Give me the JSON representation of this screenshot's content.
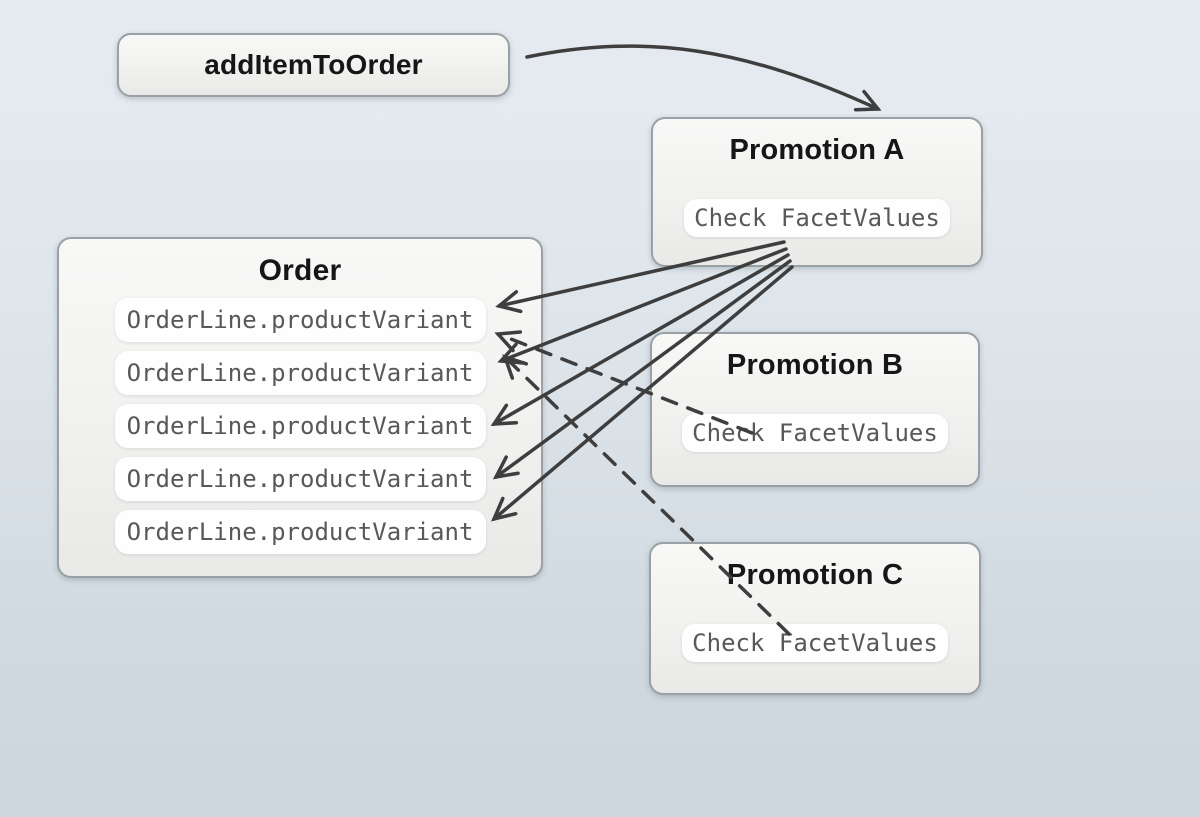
{
  "diagram": {
    "trigger": {
      "label": "addItemToOrder"
    },
    "order": {
      "title": "Order",
      "lines": [
        "OrderLine.productVariant",
        "OrderLine.productVariant",
        "OrderLine.productVariant",
        "OrderLine.productVariant",
        "OrderLine.productVariant"
      ]
    },
    "promotions": [
      {
        "title": "Promotion A",
        "condition": "Check FacetValues"
      },
      {
        "title": "Promotion B",
        "condition": "Check FacetValues"
      },
      {
        "title": "Promotion C",
        "condition": "Check FacetValues"
      }
    ],
    "edges": [
      {
        "from": "addItemToOrder",
        "to": "promotion-a",
        "style": "solid-curved"
      },
      {
        "from": "promotion-a",
        "to": "order-line-1",
        "style": "solid"
      },
      {
        "from": "promotion-a",
        "to": "order-line-2",
        "style": "solid"
      },
      {
        "from": "promotion-a",
        "to": "order-line-3",
        "style": "solid"
      },
      {
        "from": "promotion-a",
        "to": "order-line-4",
        "style": "solid"
      },
      {
        "from": "promotion-a",
        "to": "order-line-5",
        "style": "solid"
      },
      {
        "from": "promotion-b",
        "to": "order-line-2",
        "style": "dashed"
      },
      {
        "from": "promotion-c",
        "to": "order-line-2",
        "style": "dashed"
      }
    ],
    "colors": {
      "arrow": "#3e3e3e",
      "background_top": "#e6ebf1",
      "background_bottom": "#ccd6dc",
      "node_border": "#99a0a6"
    }
  }
}
